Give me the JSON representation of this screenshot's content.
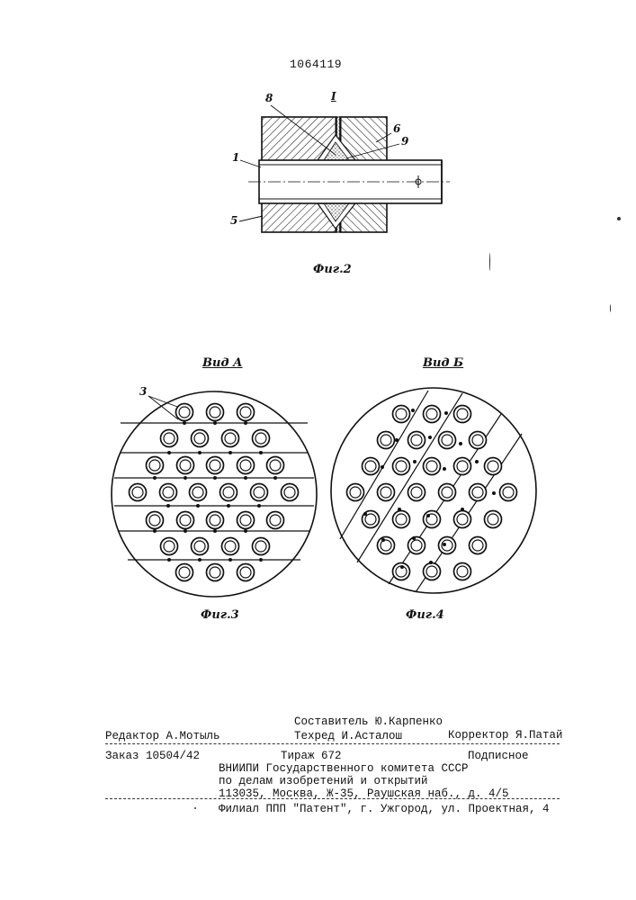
{
  "patent_number": "1064119",
  "figures": {
    "fig2": {
      "caption": "Фиг.2",
      "section_mark": "I",
      "callouts": [
        "8",
        "6",
        "9",
        "1",
        "5"
      ]
    },
    "fig3": {
      "caption": "Фиг.3",
      "view_label": "Вид А",
      "callout": "3"
    },
    "fig4": {
      "caption": "Фиг.4",
      "view_label": "Вид Б"
    }
  },
  "footer": {
    "compiler": "Составитель Ю.Карпенко",
    "editor": "Редактор А.Мотыль",
    "techred": "Техред И.Асталош",
    "corrector": "Корректор Я.Патай",
    "order": "Заказ 10504/42",
    "circulation": "Тираж  672",
    "subscription": "Подписное",
    "org_line1": "ВНИИПИ Государственного комитета СССР",
    "org_line2": "по делам изобретений и открытий",
    "org_line3": "113035, Москва, Ж-35, Раушская наб., д. 4/5",
    "branch": "Филиал ППП \"Патент\", г. Ужгород, ул. Проектная, 4"
  }
}
